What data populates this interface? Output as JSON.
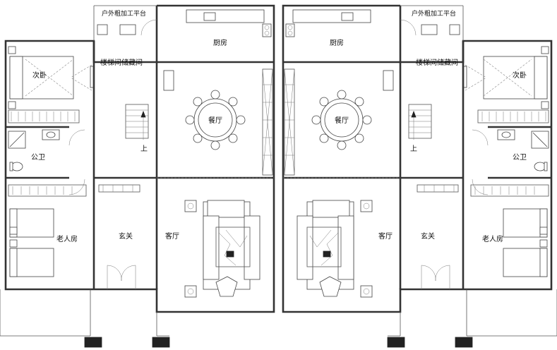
{
  "rooms": {
    "outdoor_platform": "户外粗加工平台",
    "kitchen": "厨房",
    "stair_storage": "楼梯间储藏间",
    "second_bedroom": "次卧",
    "dining": "餐厅",
    "bathroom": "公卫",
    "stair_up": "上",
    "elder_room": "老人房",
    "foyer": "玄关",
    "living": "客厅"
  }
}
